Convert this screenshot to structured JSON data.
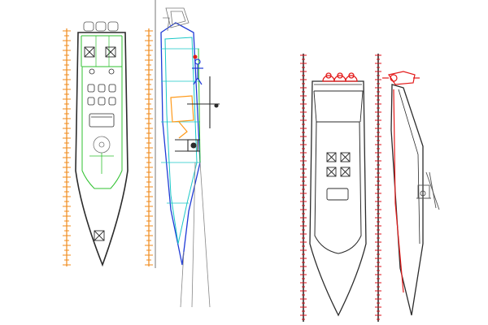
{
  "drawing": {
    "colors": {
      "orange_ruler": "#f08a1a",
      "red_ruler": "#e0121b",
      "ruler_dark": "#333333",
      "hull": "#2b2b2b",
      "green": "#2fc12f",
      "blue": "#1f3bd6",
      "cyan": "#19c7c7",
      "orange": "#ff9a1a",
      "red": "#e31a1a",
      "grey": "#777777"
    },
    "panels": [
      {
        "id": "plan-view-left",
        "description_icon": "boat-top-view-icon"
      },
      {
        "id": "profile-view-left",
        "description_icon": "boat-side-view-icon"
      },
      {
        "id": "plan-view-right",
        "description_icon": "boat-top-view-icon"
      },
      {
        "id": "profile-view-right",
        "description_icon": "boat-side-view-icon"
      }
    ]
  }
}
